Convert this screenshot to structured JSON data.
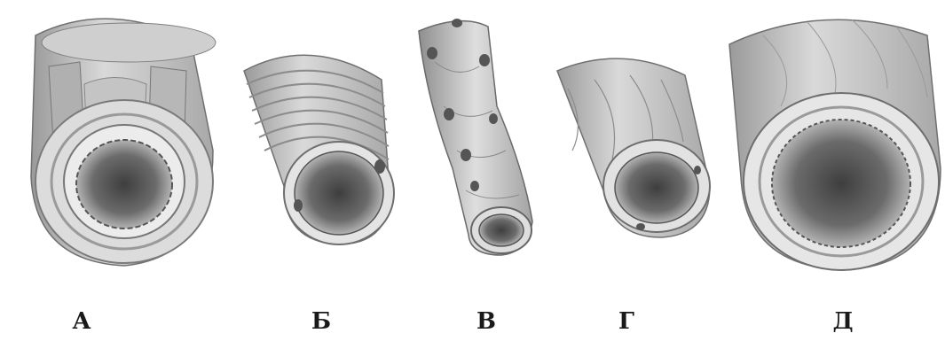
{
  "figure": {
    "vessels": [
      {
        "id": "a",
        "label": "А",
        "icon": "artery-cross-section-icon"
      },
      {
        "id": "b",
        "label": "Б",
        "icon": "muscular-vessel-icon"
      },
      {
        "id": "v",
        "label": "В",
        "icon": "capillary-icon"
      },
      {
        "id": "g",
        "label": "Г",
        "icon": "vein-icon"
      },
      {
        "id": "d",
        "label": "Д",
        "icon": "large-artery-icon"
      }
    ],
    "colors": {
      "outer": "#d8d8d8",
      "wall_dark": "#8a8a8a",
      "lumen_dark": "#3e3e3e",
      "lumen_light": "#c9c9c9",
      "nucleus": "#555555"
    }
  }
}
